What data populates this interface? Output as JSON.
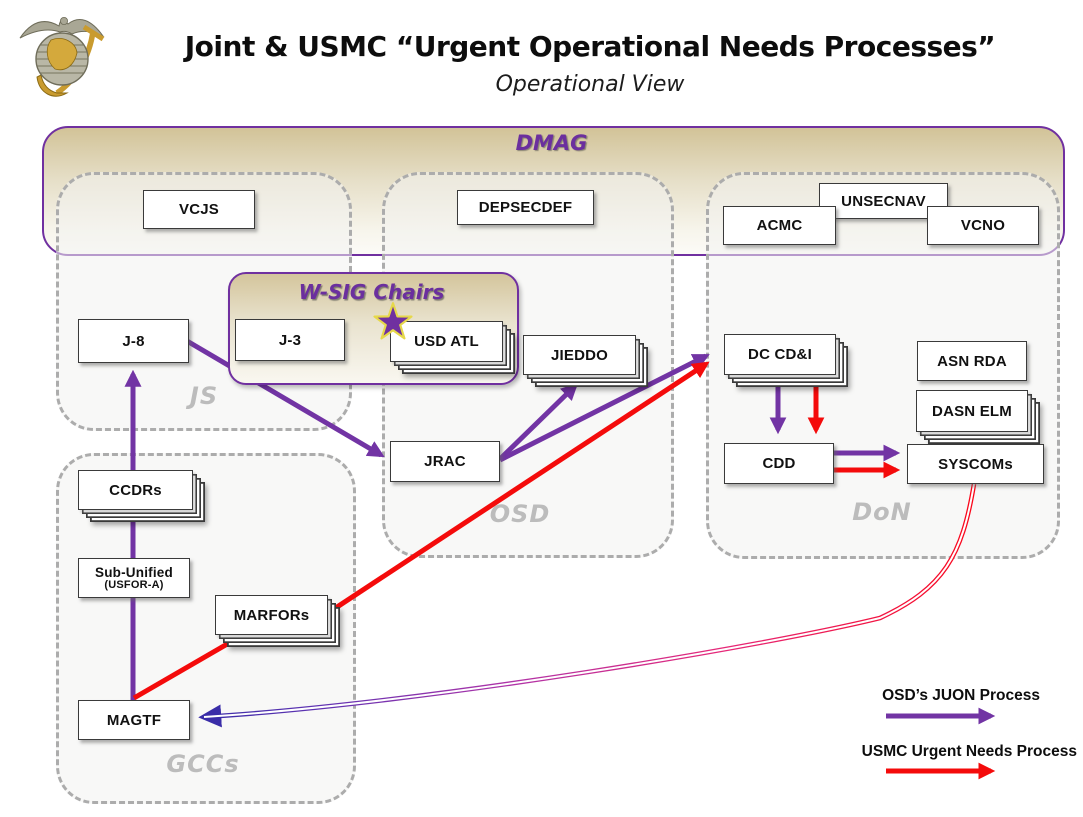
{
  "header": {
    "title": "Joint & USMC “Urgent Operational Needs Processes”",
    "subtitle": "Operational View",
    "logo": "usmc-eagle-globe-anchor-emblem"
  },
  "dmag": {
    "label": "DMAG"
  },
  "groups": {
    "js": {
      "label": "JS"
    },
    "osd": {
      "label": "OSD"
    },
    "don": {
      "label": "DoN"
    },
    "gccs": {
      "label": "GCCs"
    }
  },
  "wsig": {
    "label": "W-SIG Chairs",
    "icon": "star-icon"
  },
  "nodes": {
    "vcjs": "VCJS",
    "depsecdef": "DEPSECDEF",
    "unsecnav": "UNSECNAV",
    "acmc": "ACMC",
    "vcno": "VCNO",
    "j8": "J-8",
    "j3": "J-3",
    "usd_atl": "USD ATL",
    "jieddo": "JIEDDO",
    "jrac": "JRAC",
    "dc_cdi": "DC CD&I",
    "asn_rda": "ASN RDA",
    "dasn_elm": "DASN ELM",
    "cdd": "CDD",
    "syscoms": "SYSCOMs",
    "ccdrs": "CCDRs",
    "sub_unified": {
      "line1": "Sub-Unified",
      "line2": "(USFOR-A)"
    },
    "marfors": "MARFORs",
    "magtf": "MAGTF"
  },
  "legend": {
    "juon_label": "OSD’s JUON Process",
    "usmc_label": "USMC Urgent Needs Process"
  },
  "edges": [
    {
      "from": "MAGTF",
      "to": "J-8",
      "process": "juon"
    },
    {
      "from": "J-8",
      "to": "JRAC",
      "process": "juon"
    },
    {
      "from": "JRAC",
      "to": "JIEDDO",
      "process": "juon"
    },
    {
      "from": "JRAC",
      "to": "DC CD&I",
      "process": "juon"
    },
    {
      "from": "DC CD&I",
      "to": "CDD",
      "process": "juon"
    },
    {
      "from": "CDD",
      "to": "SYSCOMs",
      "process": "juon"
    },
    {
      "from": "MAGTF",
      "to": "MARFORs",
      "process": "usmc"
    },
    {
      "from": "MARFORs",
      "to": "DC CD&I",
      "process": "usmc"
    },
    {
      "from": "DC CD&I",
      "to": "CDD",
      "process": "usmc"
    },
    {
      "from": "CDD",
      "to": "SYSCOMs",
      "process": "usmc"
    },
    {
      "from": "SYSCOMs",
      "to": "MAGTF",
      "process": "feedback"
    }
  ],
  "colors": {
    "juon_purple": "#7234A4",
    "usmc_red": "#F40B0B",
    "feedback_indigo": "#3A2DA8",
    "band_tan": "#D2C398",
    "dash_gray": "#ACACAC",
    "star_gold": "#E6D84A"
  }
}
